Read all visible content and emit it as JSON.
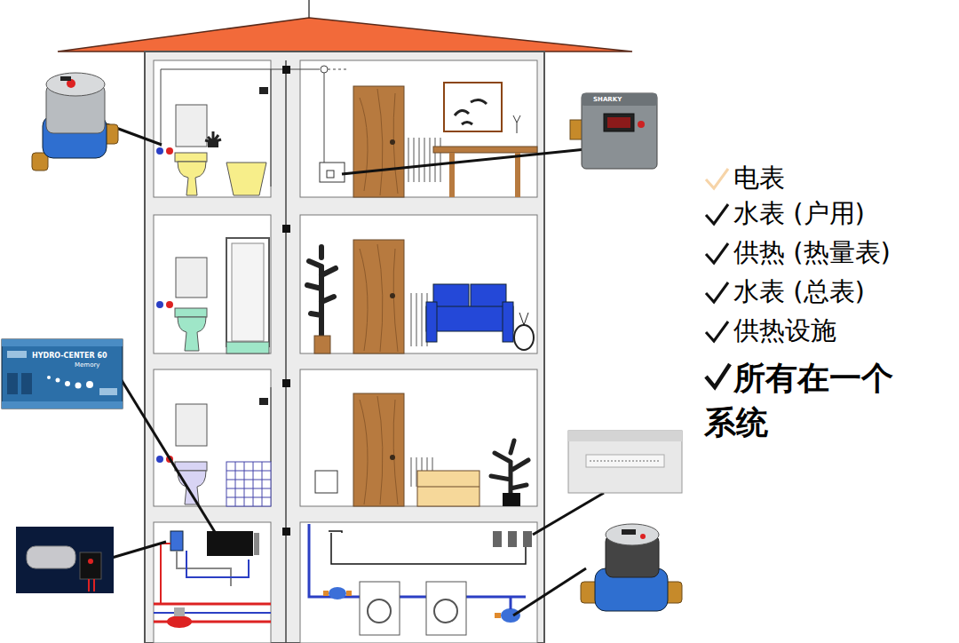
{
  "diagram": {
    "labels": [
      "电表",
      "水表 (户用)",
      "供热 (热量表)",
      "水表 (总表)",
      "供热设施",
      "所有在一个 系统",
      "SHARKY",
      "HYDRO-CENTER 60",
      "Memory"
    ]
  }
}
